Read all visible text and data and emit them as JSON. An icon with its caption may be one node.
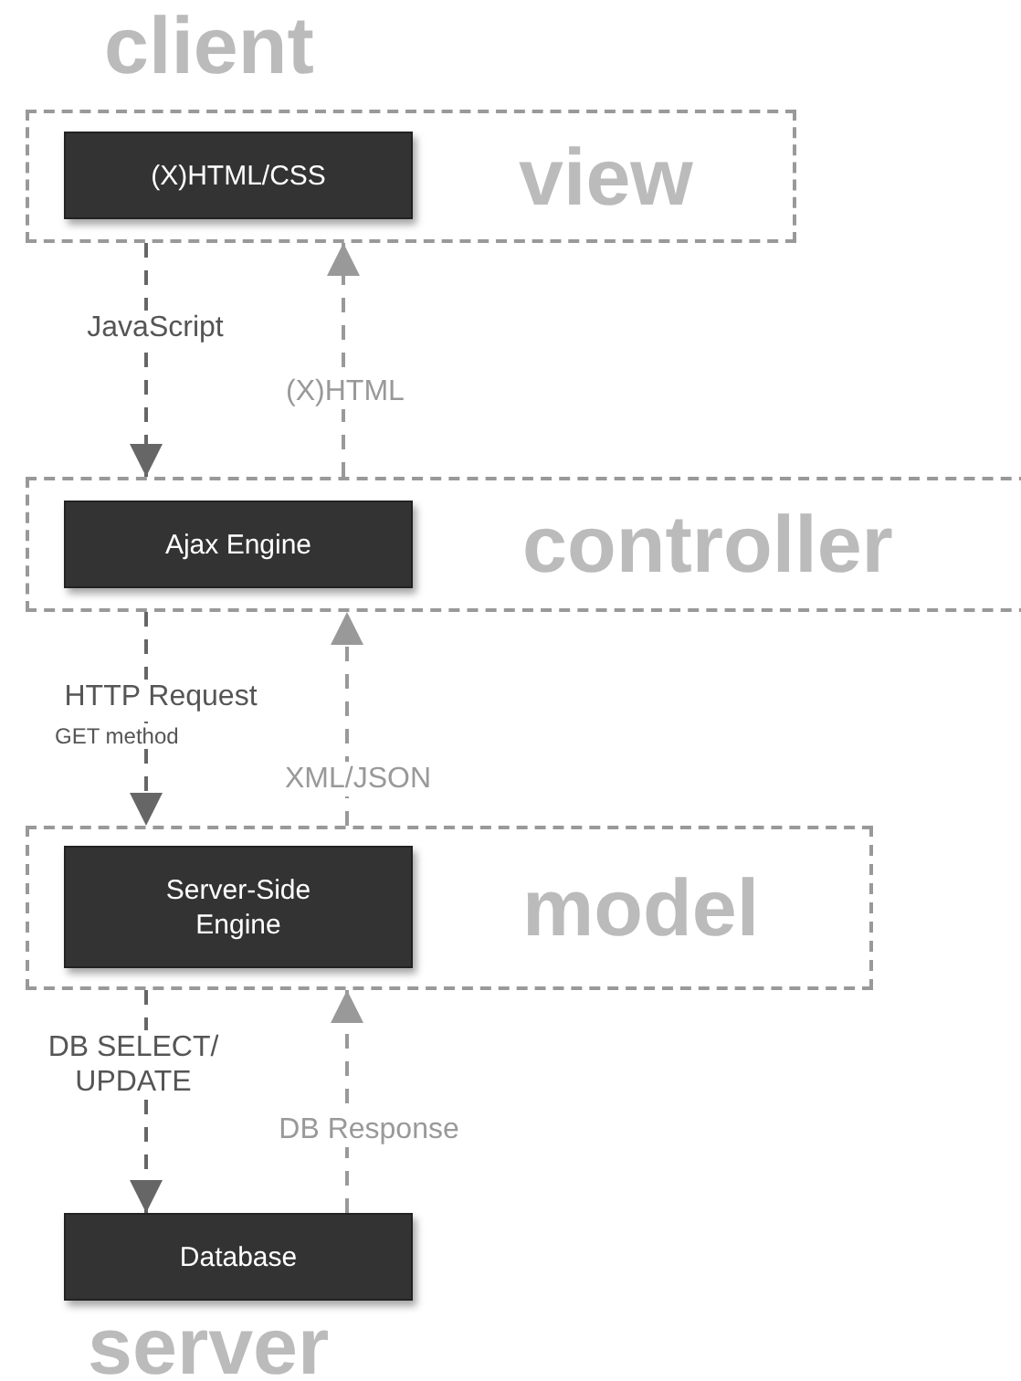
{
  "diagram": {
    "nodes": [
      {
        "text": [
          "view"
        ]
      },
      {
        "text": [
          "(X)HTML/CSS"
        ],
        "in": 0
      },
      {
        "text": [
          "controller"
        ]
      },
      {
        "text": [
          "Ajax Engine"
        ],
        "in": 2
      },
      {
        "text": [
          "model"
        ]
      },
      {
        "text": [
          "Server-Side Engine"
        ],
        "in": 4
      },
      {
        "text": [
          "Database"
        ]
      }
    ],
    "edges": [
      {
        "from": 0,
        "to": 2,
        "arrow": "to",
        "label": "JavaScript",
        "style": "dashed"
      },
      {
        "from": 2,
        "to": 0,
        "arrow": "to",
        "label": "(X)HTML",
        "style": "dashed",
        "color": "#999999"
      },
      {
        "from": 2,
        "to": 4,
        "arrow": "to",
        "label": "HTTP Request",
        "style": "dashed"
      },
      {
        "from": 4,
        "to": 2,
        "arrow": "to",
        "label": "XML/JSON",
        "style": "dashed",
        "color": "#999999"
      },
      {
        "from": 4,
        "to": 6,
        "arrow": "to",
        "label": "DB SELECT/ UPDATE",
        "style": "dashed"
      },
      {
        "from": 6,
        "to": 4,
        "arrow": "to",
        "label": "DB Response",
        "style": "dashed",
        "color": "#999999"
      }
    ],
    "labels": [
      "client",
      "GET method",
      "server"
    ]
  }
}
